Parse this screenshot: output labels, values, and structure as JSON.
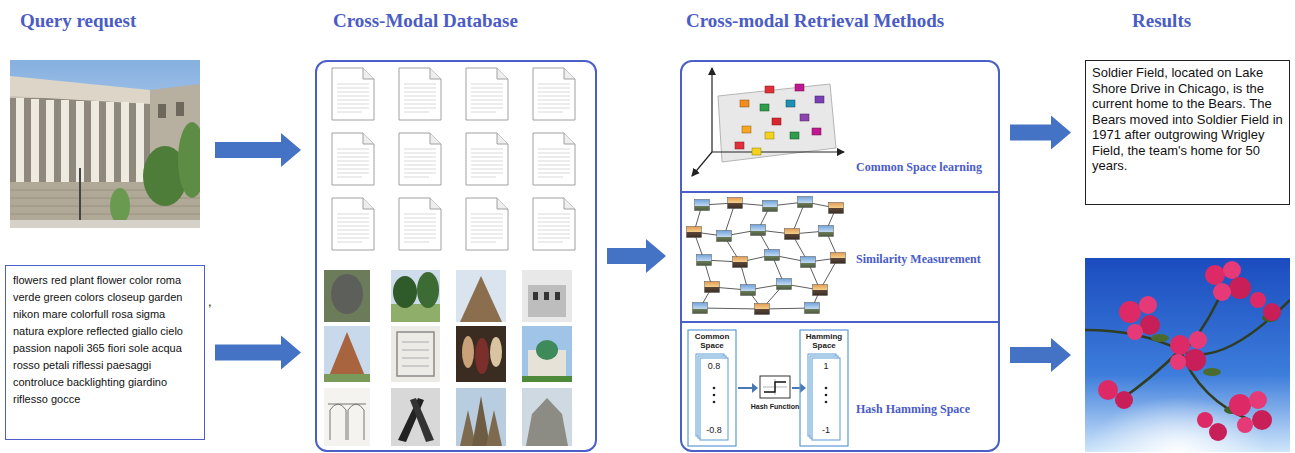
{
  "diagram": {
    "nodes": [
      {
        "text": [
          "flowers red plant flower color roma verde green colors closeup garden nikon mare colorfull rosa sigma natura explore reflected giallo cielo passion napoli 365 fiori sole acqua rosso petali riflessi paesaggi controluce backlighting giardino riflesso gocce"
        ]
      },
      {
        "text": [
          "Cross-Modal Database"
        ]
      },
      {
        "text": [
          "Cross-modal Retrieval Methods"
        ]
      },
      {
        "text": [
          "Common Space learning"
        ],
        "in": 2
      },
      {
        "text": [
          "Similarity Measurement"
        ],
        "in": 2
      },
      {
        "text": [
          "Hash Hamming Space"
        ],
        "in": 2
      },
      {
        "text": [
          "Soldier Field, located on Lake Shore Drive in Chicago, is the current home to the Bears. The Bears moved into Soldier Field in 1971 after outgrowing Wrigley Field, the team's home for 50 years."
        ]
      }
    ],
    "edges": [
      {
        "from": 0,
        "to": 1,
        "arrow": "to"
      },
      {
        "from": 1,
        "to": 2,
        "arrow": "to"
      },
      {
        "from": 2,
        "to": 6,
        "arrow": "to"
      }
    ],
    "labels": [
      "Query request",
      "Results",
      ",",
      "Common Space",
      "0.8",
      "-0.8",
      "Hash Function",
      "Hamming Space",
      "1",
      "-1"
    ]
  }
}
